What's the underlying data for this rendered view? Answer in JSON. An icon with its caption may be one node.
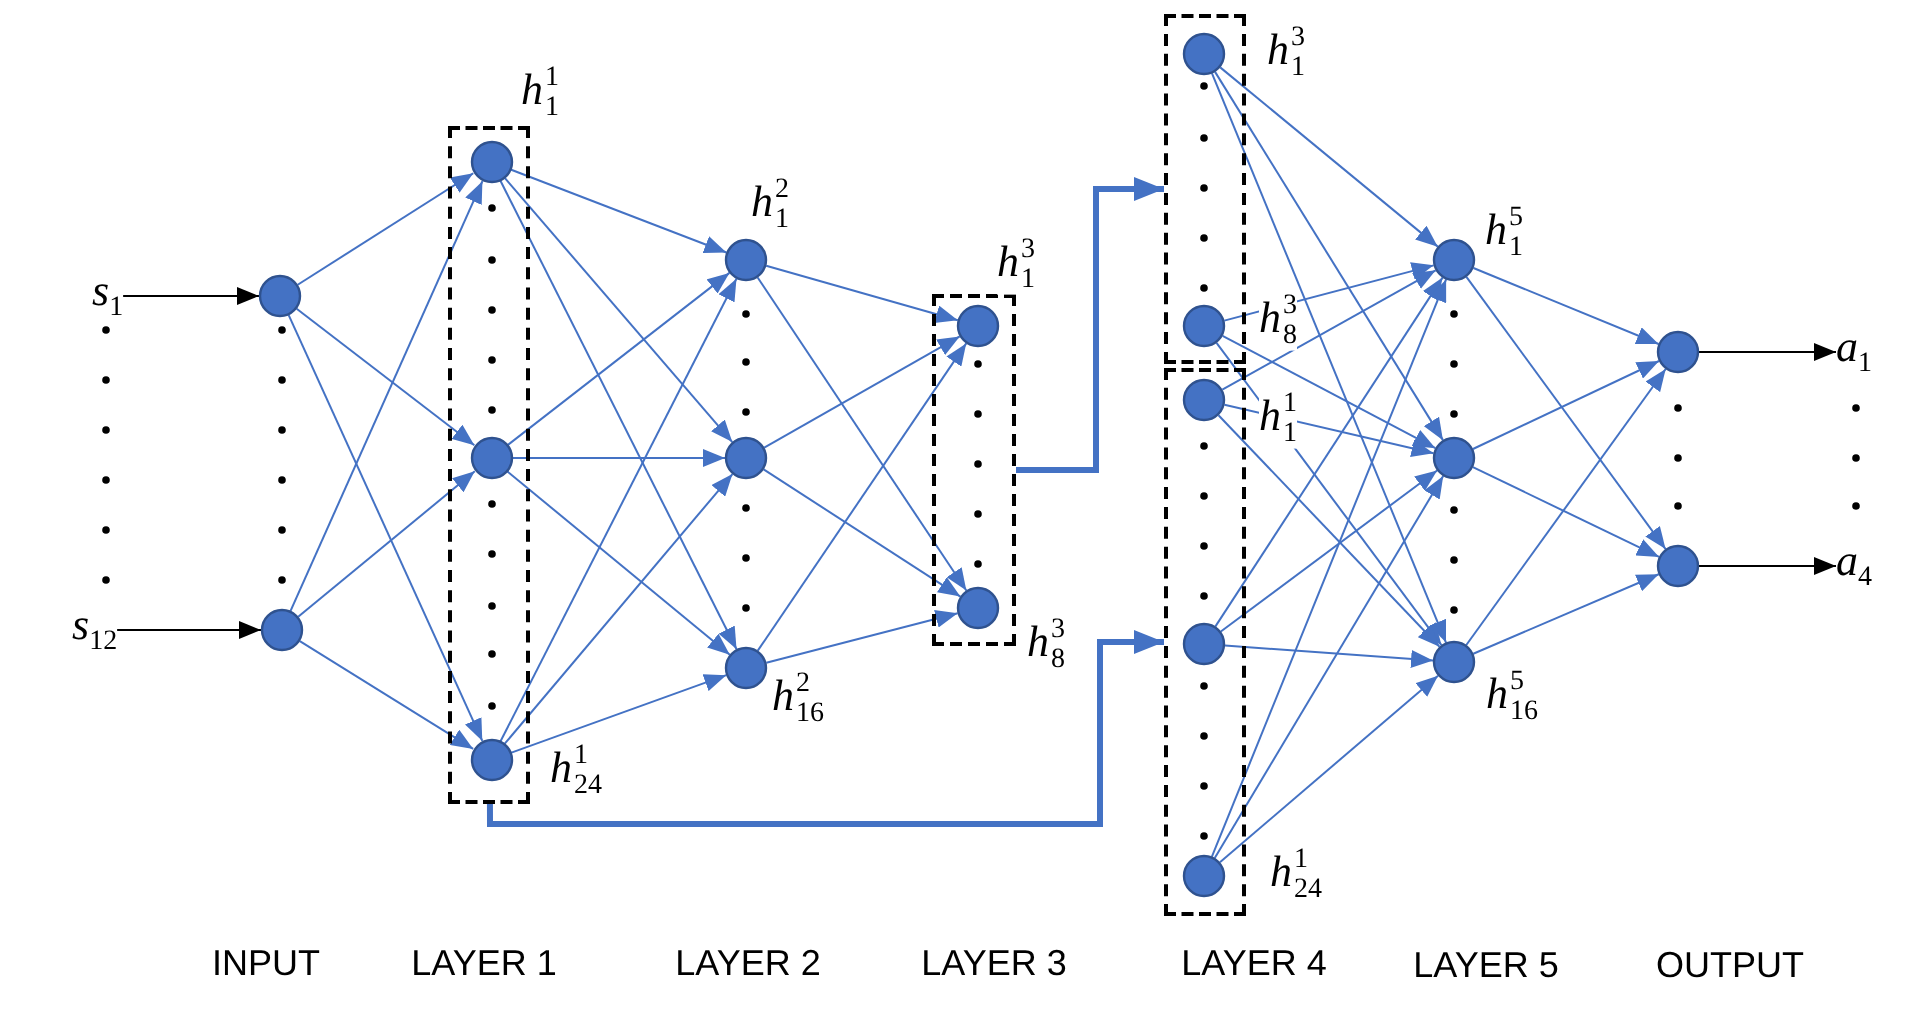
{
  "diagram": {
    "nodes": [
      {
        "text": [
          "*s*$_{1}$"
        ]
      },
      {
        "text": [
          "*s*$_{12}$"
        ]
      },
      {
        "text": [],
        "shape": "circle"
      },
      {
        "text": [],
        "shape": "circle"
      },
      {
        "text": [],
        "shape": "box"
      },
      {
        "text": [],
        "shape": "circle",
        "in": 4,
        "beside": [
          "*h*$_{1}$$^{1}$"
        ]
      },
      {
        "text": [],
        "shape": "circle",
        "in": 4
      },
      {
        "text": [],
        "shape": "circle",
        "in": 4,
        "beside": [
          "*h*$_{24}$$^{1}$"
        ]
      },
      {
        "text": [],
        "shape": "circle",
        "beside": [
          "*h*$_{1}$$^{2}$"
        ]
      },
      {
        "text": [],
        "shape": "circle"
      },
      {
        "text": [],
        "shape": "circle",
        "beside": [
          "*h*$_{16}$$^{2}$"
        ]
      },
      {
        "text": [],
        "shape": "box"
      },
      {
        "text": [],
        "shape": "circle",
        "in": 11,
        "beside": [
          "*h*$_{1}$$^{3}$"
        ]
      },
      {
        "text": [],
        "shape": "circle",
        "in": 11,
        "beside": [
          "*h*$_{8}$$^{3}$"
        ]
      },
      {
        "text": [],
        "shape": "box"
      },
      {
        "text": [],
        "shape": "circle",
        "in": 14,
        "beside": [
          "*h*$_{1}$$^{3}$"
        ]
      },
      {
        "text": [],
        "shape": "circle",
        "in": 14,
        "beside": [
          "*h*$_{8}$$^{3}$"
        ]
      },
      {
        "text": [],
        "shape": "box"
      },
      {
        "text": [],
        "shape": "circle",
        "in": 17,
        "beside": [
          "*h*$_{1}$$^{1}$"
        ]
      },
      {
        "text": [],
        "shape": "circle",
        "in": 17
      },
      {
        "text": [],
        "shape": "circle",
        "in": 17,
        "beside": [
          "*h*$_{24}$$^{1}$"
        ]
      },
      {
        "text": [],
        "shape": "circle",
        "beside": [
          "*h*$_{1}$$^{5}$"
        ]
      },
      {
        "text": [],
        "shape": "circle"
      },
      {
        "text": [],
        "shape": "circle",
        "beside": [
          "*h*$_{16}$$^{5}$"
        ]
      },
      {
        "text": [],
        "shape": "circle"
      },
      {
        "text": [],
        "shape": "circle"
      },
      {
        "text": [
          "*a*$_{1}$"
        ]
      },
      {
        "text": [
          "*a*$_{4}$"
        ]
      }
    ],
    "edges": [
      {
        "from": 0,
        "to": 2,
        "arrow": "to",
        "color": "#000000"
      },
      {
        "from": 1,
        "to": 3,
        "arrow": "to",
        "color": "#000000"
      },
      {
        "from": 2,
        "to": 5,
        "arrow": "to"
      },
      {
        "from": 2,
        "to": 6,
        "arrow": "to"
      },
      {
        "from": 2,
        "to": 7,
        "arrow": "to"
      },
      {
        "from": 3,
        "to": 5,
        "arrow": "to"
      },
      {
        "from": 3,
        "to": 6,
        "arrow": "to"
      },
      {
        "from": 3,
        "to": 7,
        "arrow": "to"
      },
      {
        "from": 5,
        "to": 8,
        "arrow": "to"
      },
      {
        "from": 5,
        "to": 9,
        "arrow": "to"
      },
      {
        "from": 5,
        "to": 10,
        "arrow": "to"
      },
      {
        "from": 6,
        "to": 8,
        "arrow": "to"
      },
      {
        "from": 6,
        "to": 9,
        "arrow": "to"
      },
      {
        "from": 6,
        "to": 10,
        "arrow": "to"
      },
      {
        "from": 7,
        "to": 8,
        "arrow": "to"
      },
      {
        "from": 7,
        "to": 9,
        "arrow": "to"
      },
      {
        "from": 7,
        "to": 10,
        "arrow": "to"
      },
      {
        "from": 8,
        "to": 12,
        "arrow": "to"
      },
      {
        "from": 8,
        "to": 13,
        "arrow": "to"
      },
      {
        "from": 9,
        "to": 12,
        "arrow": "to"
      },
      {
        "from": 9,
        "to": 13,
        "arrow": "to"
      },
      {
        "from": 10,
        "to": 12,
        "arrow": "to"
      },
      {
        "from": 10,
        "to": 13,
        "arrow": "to"
      },
      {
        "from": 11,
        "to": 14,
        "arrow": "to",
        "style": "thick"
      },
      {
        "from": 4,
        "to": 17,
        "arrow": "to",
        "style": "thick"
      },
      {
        "from": 15,
        "to": 21,
        "arrow": "to"
      },
      {
        "from": 15,
        "to": 22,
        "arrow": "to"
      },
      {
        "from": 15,
        "to": 23,
        "arrow": "to"
      },
      {
        "from": 16,
        "to": 21,
        "arrow": "to"
      },
      {
        "from": 16,
        "to": 22,
        "arrow": "to"
      },
      {
        "from": 16,
        "to": 23,
        "arrow": "to"
      },
      {
        "from": 18,
        "to": 21,
        "arrow": "to"
      },
      {
        "from": 18,
        "to": 22,
        "arrow": "to"
      },
      {
        "from": 18,
        "to": 23,
        "arrow": "to"
      },
      {
        "from": 19,
        "to": 21,
        "arrow": "to"
      },
      {
        "from": 19,
        "to": 22,
        "arrow": "to"
      },
      {
        "from": 19,
        "to": 23,
        "arrow": "to"
      },
      {
        "from": 20,
        "to": 21,
        "arrow": "to"
      },
      {
        "from": 20,
        "to": 22,
        "arrow": "to"
      },
      {
        "from": 20,
        "to": 23,
        "arrow": "to"
      },
      {
        "from": 21,
        "to": 24,
        "arrow": "to"
      },
      {
        "from": 21,
        "to": 25,
        "arrow": "to"
      },
      {
        "from": 22,
        "to": 24,
        "arrow": "to"
      },
      {
        "from": 22,
        "to": 25,
        "arrow": "to"
      },
      {
        "from": 23,
        "to": 24,
        "arrow": "to"
      },
      {
        "from": 23,
        "to": 25,
        "arrow": "to"
      },
      {
        "from": 24,
        "to": 26,
        "arrow": "to",
        "color": "#000000"
      },
      {
        "from": 25,
        "to": 27,
        "arrow": "to",
        "color": "#000000"
      }
    ],
    "labels": [
      "INPUT",
      "LAYER 1",
      "LAYER 2",
      "LAYER 3",
      "LAYER 4",
      "LAYER 5",
      "OUTPUT"
    ]
  }
}
